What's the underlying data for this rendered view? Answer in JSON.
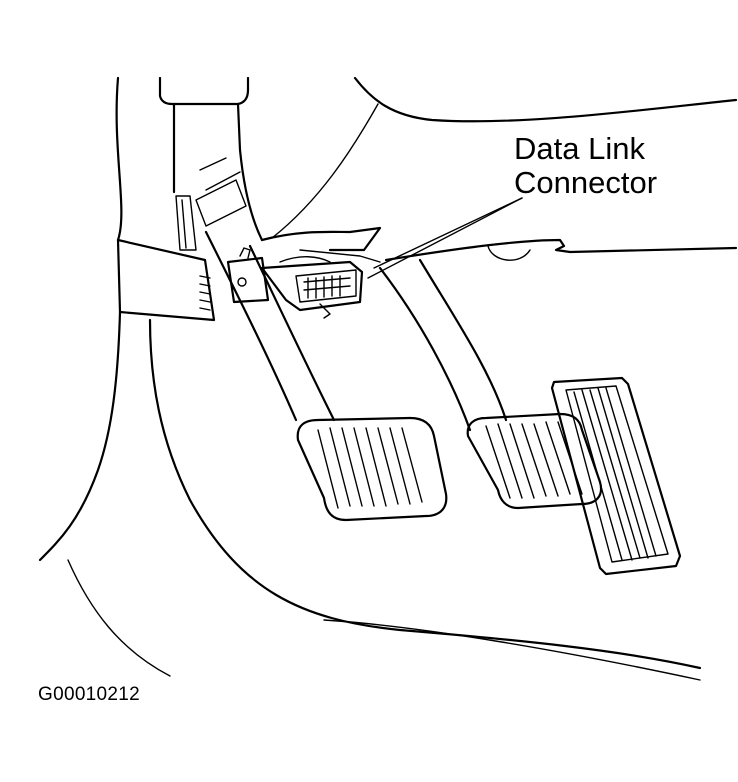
{
  "callout": {
    "line1": "Data Link",
    "line2": "Connector"
  },
  "figure_id": "G00010212",
  "colors": {
    "ink": "#000000",
    "paper": "#ffffff"
  }
}
